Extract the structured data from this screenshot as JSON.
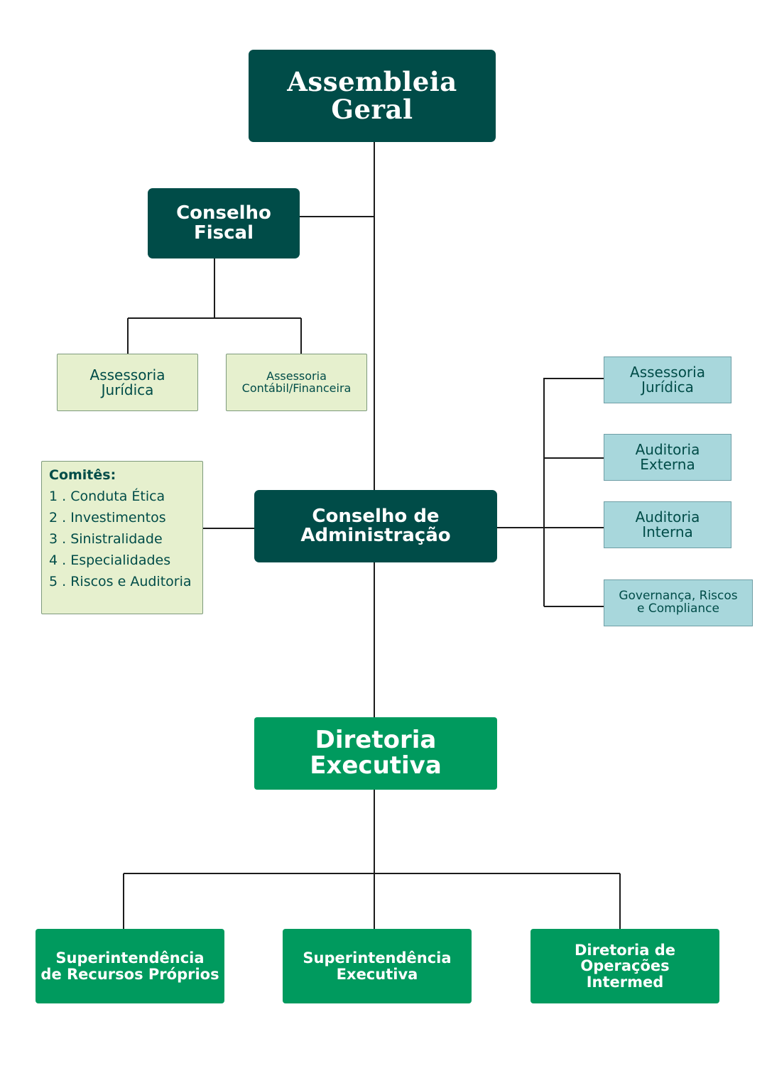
{
  "colors": {
    "dark_teal": "#004c48",
    "green": "#009a5e",
    "light_green": "#e6f0ce",
    "light_blue": "#a8d7dc",
    "connector": "#1b1b1b"
  },
  "assembleia": {
    "line1": "Assembleia",
    "line2": "Geral"
  },
  "conselho_fiscal": {
    "line1": "Conselho",
    "line2": "Fiscal"
  },
  "fiscal_assessoria_juridica": {
    "line1": "Assessoria",
    "line2": "Jurídica"
  },
  "fiscal_assessoria_contabil": {
    "line1": "Assessoria",
    "line2": "Contábil/Financeira"
  },
  "comites": {
    "title": "Comitês:",
    "items": [
      "1 . Conduta Ética",
      "2 . Investimentos",
      "3 . Sinistralidade",
      "4 . Especialidades",
      "5 . Riscos e Auditoria"
    ]
  },
  "conselho_administracao": {
    "line1": "Conselho de",
    "line2": "Administração"
  },
  "admin_assessoria_juridica": {
    "line1": "Assessoria",
    "line2": "Jurídica"
  },
  "auditoria_externa": {
    "line1": "Auditoria",
    "line2": "Externa"
  },
  "auditoria_interna": {
    "line1": "Auditoria",
    "line2": "Interna"
  },
  "governanca": {
    "line1": "Governança, Riscos",
    "line2": "e Compliance"
  },
  "diretoria_executiva": {
    "line1": "Diretoria",
    "line2": "Executiva"
  },
  "sup_recursos_proprios": {
    "line1": "Superintendência",
    "line2": "de Recursos Próprios"
  },
  "sup_executiva": {
    "line1": "Superintendência",
    "line2": "Executiva"
  },
  "diretoria_operacoes": {
    "line1": "Diretoria de",
    "line2": "Operações",
    "line3": "Intermed"
  }
}
